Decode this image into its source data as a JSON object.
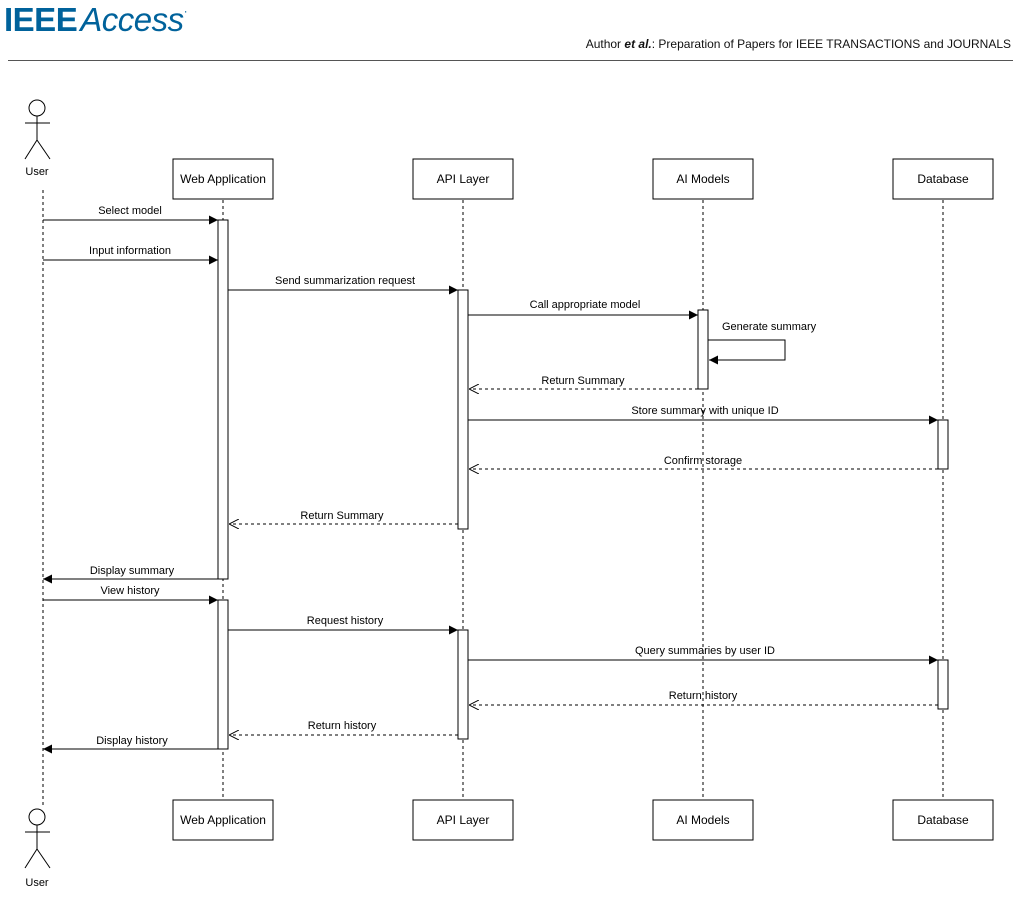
{
  "header": {
    "logo_ieee": "IEEE",
    "logo_access": "Access",
    "logo_dot": "·",
    "author": "Author",
    "etal": "et al.",
    "title_rest": ": Preparation of Papers for IEEE TRANSACTIONS and JOURNALS"
  },
  "diagram": {
    "actor": "User",
    "participants": [
      {
        "id": "web",
        "label": "Web Application"
      },
      {
        "id": "api",
        "label": "API Layer"
      },
      {
        "id": "ai",
        "label": "AI Models"
      },
      {
        "id": "db",
        "label": "Database"
      }
    ],
    "messages": [
      {
        "label": "Select model",
        "from": "user",
        "to": "web",
        "type": "sync"
      },
      {
        "label": "Input information",
        "from": "user",
        "to": "web",
        "type": "sync"
      },
      {
        "label": "Send summarization request",
        "from": "web",
        "to": "api",
        "type": "sync"
      },
      {
        "label": "Call appropriate model",
        "from": "api",
        "to": "ai",
        "type": "sync"
      },
      {
        "label": "Generate summary",
        "from": "ai",
        "to": "ai",
        "type": "self"
      },
      {
        "label": "Return Summary",
        "from": "ai",
        "to": "api",
        "type": "return"
      },
      {
        "label": "Store summary with unique ID",
        "from": "api",
        "to": "db",
        "type": "sync"
      },
      {
        "label": "Confirm storage",
        "from": "db",
        "to": "api",
        "type": "return"
      },
      {
        "label": "Return Summary",
        "from": "api",
        "to": "web",
        "type": "return"
      },
      {
        "label": "Display summary",
        "from": "web",
        "to": "user",
        "type": "sync"
      },
      {
        "label": "View history",
        "from": "user",
        "to": "web",
        "type": "sync"
      },
      {
        "label": "Request history",
        "from": "web",
        "to": "api",
        "type": "sync"
      },
      {
        "label": "Query summaries by user ID",
        "from": "api",
        "to": "db",
        "type": "sync"
      },
      {
        "label": "Return history",
        "from": "db",
        "to": "api",
        "type": "return"
      },
      {
        "label": "Return history",
        "from": "api",
        "to": "web",
        "type": "return"
      },
      {
        "label": "Display history",
        "from": "web",
        "to": "user",
        "type": "sync"
      }
    ]
  },
  "caption": ""
}
